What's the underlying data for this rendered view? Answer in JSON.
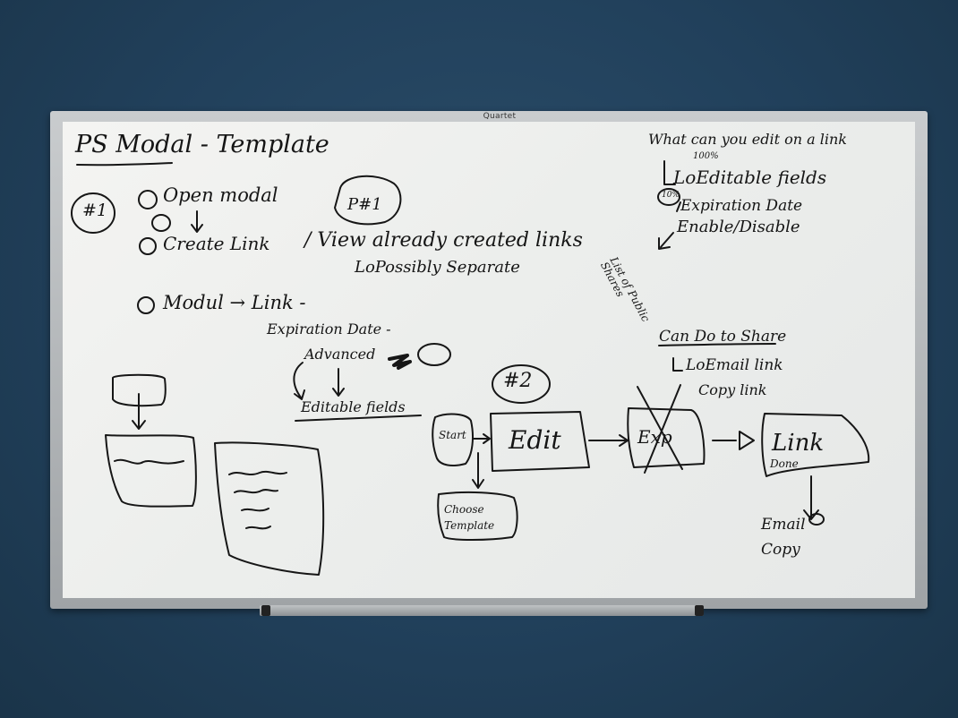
{
  "brand": "Quartet",
  "title": "PS Modal - Template",
  "badge_1": "#1",
  "badge_p1": "P#1",
  "badge_2": "#2",
  "steps": {
    "s1": "Open modal",
    "s2": "Create Link",
    "s2_view": "/ View already created links",
    "s2_note": "LoPossibly Separate",
    "s3": "Modul → Link -",
    "expiration": "Expiration Date -",
    "advanced": "Advanced",
    "editable": "Editable fields"
  },
  "right_notes": {
    "question": "What can you edit on a link",
    "pct": "100%",
    "editable_fields": "LoEditable fields",
    "pct2": "10%",
    "expiration": "Expiration Date",
    "enable_disable": "Enable/Disable",
    "list_public": "List of Public Shares"
  },
  "share": {
    "heading": "Can Do to Share",
    "email": "LoEmail link",
    "copy": "Copy link"
  },
  "flow": {
    "start": "Start",
    "edit": "Edit",
    "exp": "Exp",
    "link": "Link",
    "done": "Done",
    "choose_template": "Choose Template",
    "email": "Email",
    "copy": "Copy"
  }
}
